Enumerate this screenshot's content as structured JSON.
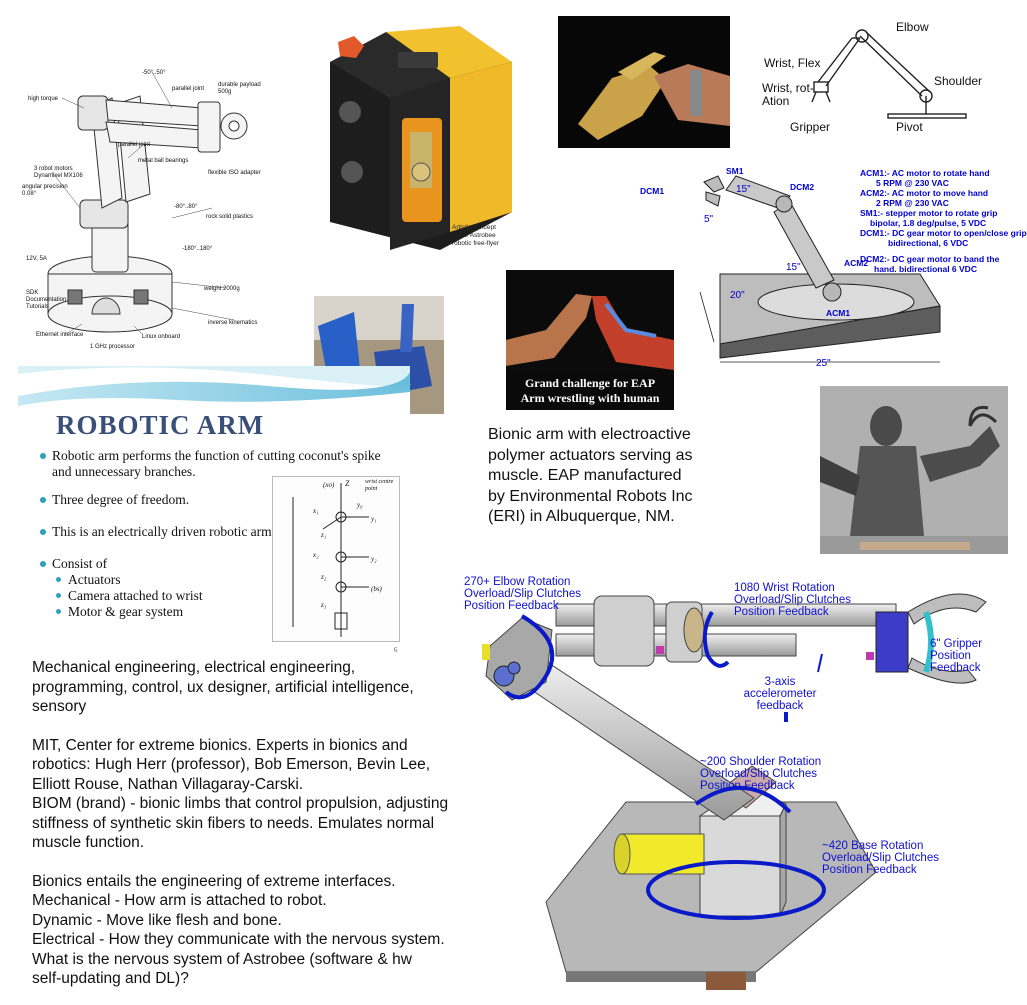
{
  "arm_diagram": {
    "labels": [
      "high torque",
      "parallel joint",
      "durable payload 500g",
      "-50°..50°",
      "3 robot motors Dynamixel MX106",
      "parallel joint",
      "metal ball bearings",
      "angular precision 0.08°",
      "flexible ISO adapter",
      "-80°..80°",
      "rock solid plastics",
      "-180°..180°",
      "12V, 5A",
      "SDK Documentation Tutorials",
      "weight 2000g",
      "inverse kinematics",
      "Ethernet interface",
      "Linux onboard",
      "1 GHz processor"
    ]
  },
  "astrobee": {
    "caption": [
      "Artist's concept",
      "of the Astrobee",
      "robotic free-flyer"
    ]
  },
  "arm_sketch": {
    "labels": [
      "Elbow",
      "Wrist, Flex",
      "Shoulder",
      "Wrist, rot-",
      "Ation",
      "Gripper",
      "Pivot"
    ]
  },
  "dc_diagram": {
    "labels": [
      "SM1",
      "DCM1",
      "15\"",
      "DCM2",
      "5\"",
      "15\"",
      "ACM2",
      "20\"",
      "ACM1",
      "25\""
    ],
    "legend": [
      "ACM1:- AC motor to rotate hand",
      "5 RPM @ 230 VAC",
      "ACM2:- AC motor to move hand",
      "2 RPM @ 230 VAC",
      "SM1:- stepper motor to rotate grip",
      "bipolar, 1.8 deg/pulse, 5 VDC",
      "DCM1:- DC gear motor to open/close grip",
      "bidirectional, 6 VDC",
      "DCM2:- DC gear motor to band the",
      "hand. bidirectional 6 VDC"
    ]
  },
  "eap": {
    "caption_line1": "Grand challenge for EAP",
    "caption_line2": "Arm wrestling with human",
    "description": [
      "Bionic arm with electroactive",
      "polymer actuators serving as",
      "muscle. EAP manufactured",
      "by Environmental Robots Inc",
      "(ERI) in Albuquerque, NM."
    ]
  },
  "slide": {
    "title": "ROBOTIC ARM",
    "bullets": [
      "Robotic arm performs the function of cutting coconut's spike",
      "and unnecessary branches.",
      "Three degree of freedom.",
      "This is an electrically driven robotic arm.",
      "Consist of",
      "Actuators",
      "Camera attached to wrist",
      "Motor & gear system"
    ],
    "page_number": "6",
    "sketch_labels": [
      "wrist centre point",
      "Z",
      "(xo)",
      "y₀",
      "x₁",
      "y₁",
      "z₁",
      "x₂",
      "y₂",
      "z₂",
      "(bs)",
      "z₃"
    ]
  },
  "big_arm": {
    "annotations": [
      "270+ Elbow Rotation",
      "Overload/Slip Clutches",
      "Position Feedback",
      "1080 Wrist Rotation",
      "Overload/Slip Clutches",
      "Position Feedback",
      "6\" Gripper",
      "Position",
      "Feedback",
      "3-axis",
      "accelerometer",
      "feedback",
      "~200 Shoulder Rotation",
      "Overload/Slip Clutches",
      "Position Feedback",
      "~420 Base Rotation",
      "Overload/Slip Clutches",
      "Position Feedback"
    ]
  },
  "notes": {
    "paragraph1": [
      "Mechanical engineering, electrical engineering,",
      "programming, control, ux designer, artificial intelligence,",
      "sensory"
    ],
    "paragraph2": [
      "MIT, Center for extreme bionics. Experts in bionics and",
      "robotics: Hugh Herr (professor), Bob Emerson, Bevin Lee,",
      "Elliott Rouse, Nathan Villagaray-Carski.",
      "BIOM (brand) - bionic limbs that control propulsion, adjusting",
      "stiffness of synthetic skin fibers to needs. Emulates normal",
      "muscle function."
    ],
    "paragraph3": [
      "Bionics entails the engineering of extreme interfaces.",
      "Mechanical - How arm is attached to robot.",
      "Dynamic - Move like flesh and bone.",
      "Electrical - How they communicate with the nervous system.",
      "What is the nervous system of Astrobee (software & hw",
      "self-updating and DL)?"
    ]
  },
  "colors": {
    "slide_title": "#3a4f78",
    "bullet": "#2fa0c0",
    "annotation_blue": "#1010d0",
    "astrobee_yellow": "#f2c12e",
    "astrobee_orange": "#e8941e"
  }
}
